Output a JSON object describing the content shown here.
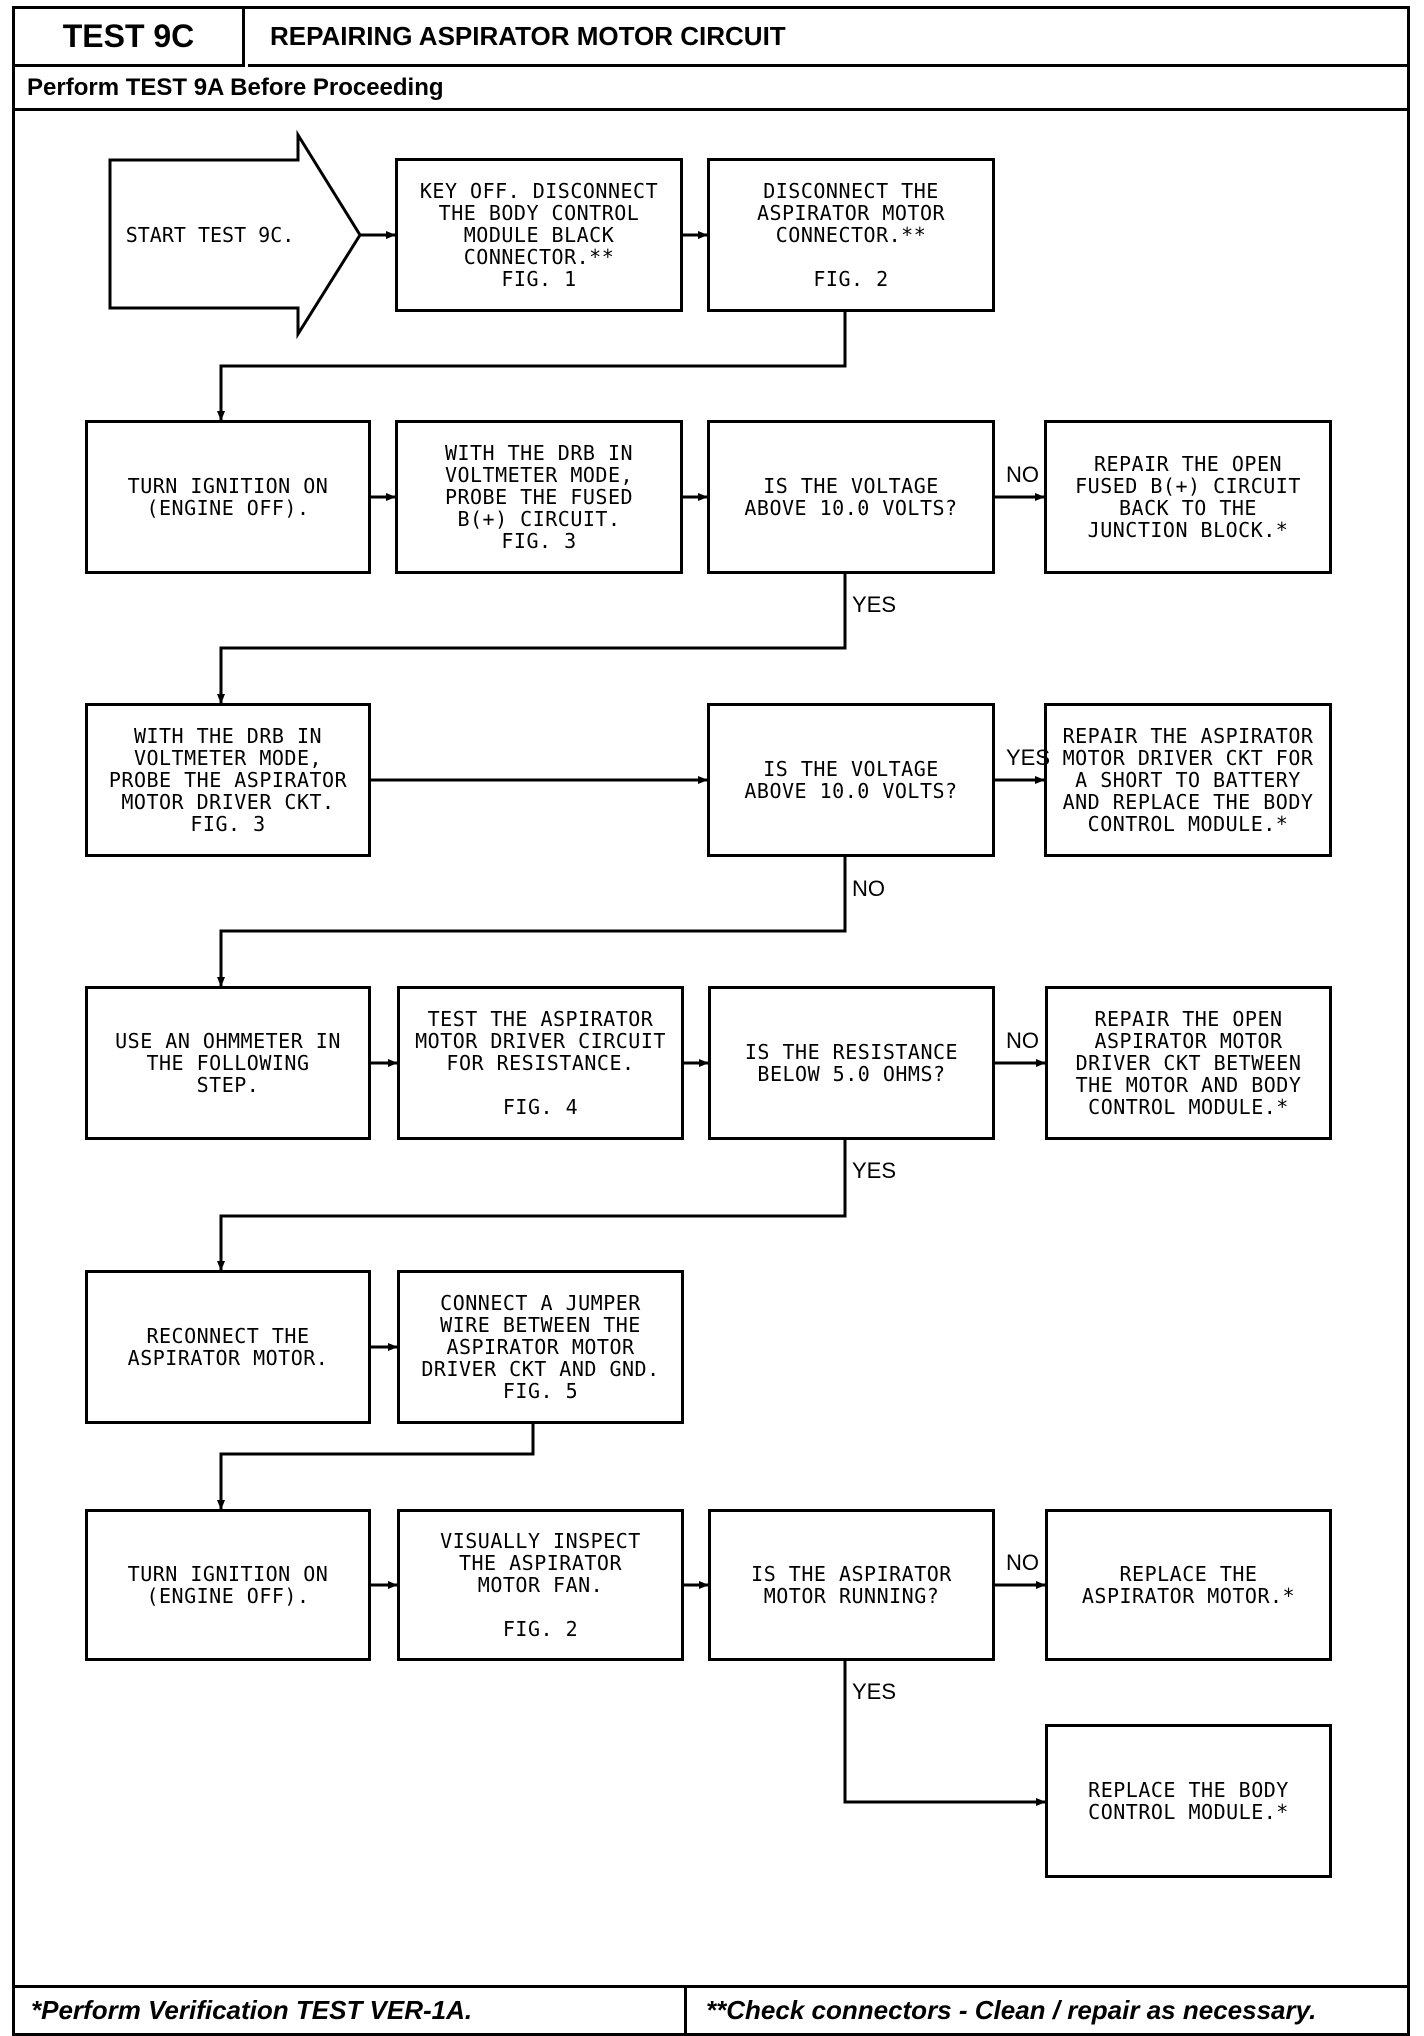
{
  "header": {
    "test_id": "TEST 9C",
    "title": "REPAIRING ASPIRATOR MOTOR CIRCUIT",
    "subtitle": "Perform TEST 9A Before Proceeding"
  },
  "footer": {
    "left": "*Perform Verification TEST VER-1A.",
    "right": "**Check connectors - Clean / repair as necessary."
  },
  "start": "START TEST 9C.",
  "boxes": {
    "b1": "KEY OFF. DISCONNECT\nTHE BODY CONTROL\nMODULE BLACK\nCONNECTOR.**\nFIG. 1",
    "b2": "DISCONNECT THE\nASPIRATOR MOTOR\nCONNECTOR.**\n\nFIG. 2",
    "b3": "TURN IGNITION ON\n(ENGINE OFF).",
    "b4": "WITH THE DRB IN\nVOLTMETER MODE,\nPROBE THE FUSED\nB(+) CIRCUIT.\nFIG. 3",
    "b5": "IS THE VOLTAGE\nABOVE 10.0 VOLTS?",
    "b6": "REPAIR THE OPEN\nFUSED B(+) CIRCUIT\nBACK TO THE\nJUNCTION BLOCK.*",
    "b7": "WITH THE DRB IN\nVOLTMETER MODE,\nPROBE THE ASPIRATOR\nMOTOR DRIVER CKT.\nFIG. 3",
    "b8": "IS THE VOLTAGE\nABOVE 10.0 VOLTS?",
    "b9": "REPAIR THE ASPIRATOR\nMOTOR DRIVER CKT FOR\nA SHORT TO BATTERY\nAND REPLACE THE BODY\nCONTROL MODULE.*",
    "b10": "USE AN OHMMETER IN\nTHE FOLLOWING\nSTEP.",
    "b11": "TEST THE ASPIRATOR\nMOTOR DRIVER CIRCUIT\nFOR RESISTANCE.\n\nFIG. 4",
    "b12": "IS THE RESISTANCE\nBELOW 5.0 OHMS?",
    "b13": "REPAIR THE OPEN\nASPIRATOR MOTOR\nDRIVER CKT BETWEEN\nTHE MOTOR AND BODY\nCONTROL MODULE.*",
    "b14": "RECONNECT THE\nASPIRATOR MOTOR.",
    "b15": "CONNECT A JUMPER\nWIRE BETWEEN THE\nASPIRATOR MOTOR\nDRIVER CKT AND GND.\nFIG. 5",
    "b16": "TURN IGNITION ON\n(ENGINE OFF).",
    "b17": "VISUALLY INSPECT\nTHE ASPIRATOR\nMOTOR FAN.\n\nFIG. 2",
    "b18": "IS THE ASPIRATOR\nMOTOR RUNNING?",
    "b19": "REPLACE THE\nASPIRATOR MOTOR.*",
    "b20": "REPLACE THE BODY\nCONTROL MODULE.*"
  },
  "labels": {
    "no1": "NO",
    "yes1": "YES",
    "yes2": "YES",
    "no2": "NO",
    "no3": "NO",
    "yes3": "YES",
    "no4": "NO",
    "yes4": "YES"
  }
}
